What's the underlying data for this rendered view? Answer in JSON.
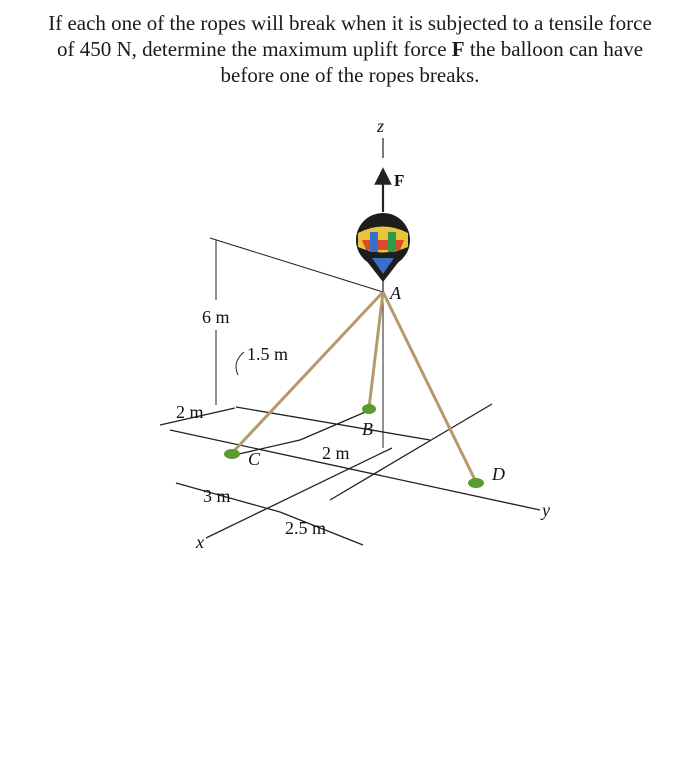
{
  "problem": {
    "before_force": "If each one of the ropes will break when it is subjected to a tensile force of 450 N, determine the maximum uplift force ",
    "force_symbol": "F",
    "after_force": " the balloon can have before one of the ropes breaks."
  },
  "figure": {
    "labels": {
      "axis_z": "z",
      "axis_x": "x",
      "axis_y": "y",
      "force": "F",
      "point_a": "A",
      "point_b": "B",
      "point_c": "C",
      "point_d": "D",
      "dim_height": "6 m",
      "dim_1_5": "1.5 m",
      "dim_2_left": "2 m",
      "dim_2_mid": "2 m",
      "dim_3": "3 m",
      "dim_2_5": "2.5 m"
    },
    "colors": {
      "rope": "#b49a6a",
      "line": "#222222",
      "anchor": "#5a9a2e"
    }
  }
}
